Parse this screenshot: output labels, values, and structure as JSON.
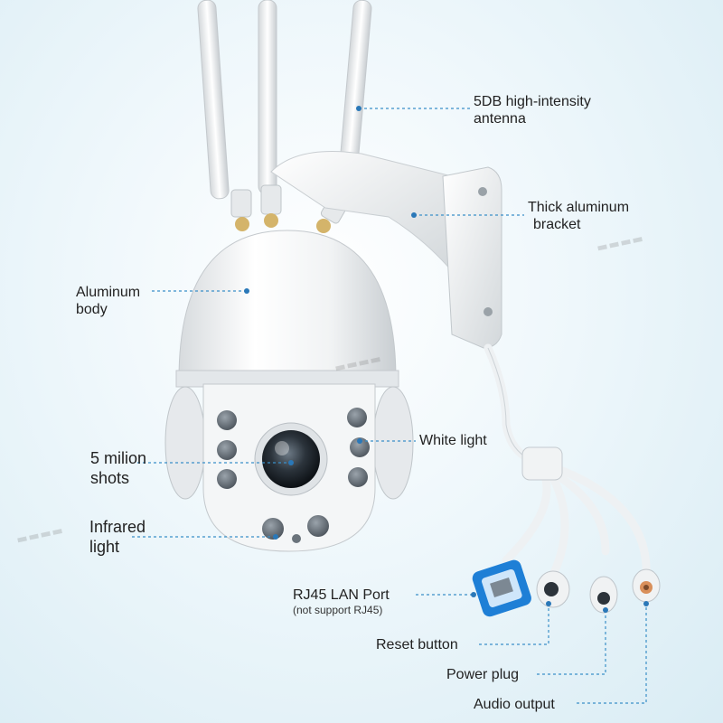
{
  "labels": {
    "antenna": {
      "line1": "5DB high-intensity",
      "line2": "antenna"
    },
    "bracket": {
      "line1": "Thick aluminum",
      "line2": "bracket"
    },
    "body": {
      "line1": "Aluminum",
      "line2": "body"
    },
    "white_light": {
      "line1": "White light"
    },
    "shots": {
      "line1": "5 milion",
      "line2": "shots"
    },
    "infrared": {
      "line1": "Infrared",
      "line2": "light"
    },
    "rj45": {
      "line1": "RJ45 LAN Port",
      "note": "(not support RJ45)"
    },
    "reset": {
      "line1": "Reset button"
    },
    "power": {
      "line1": "Power plug"
    },
    "audio": {
      "line1": "Audio output"
    }
  },
  "colors": {
    "leader": "#3a8fc8",
    "camera_white": "#f4f6f7",
    "rj45_blue": "#1e7fd6"
  }
}
